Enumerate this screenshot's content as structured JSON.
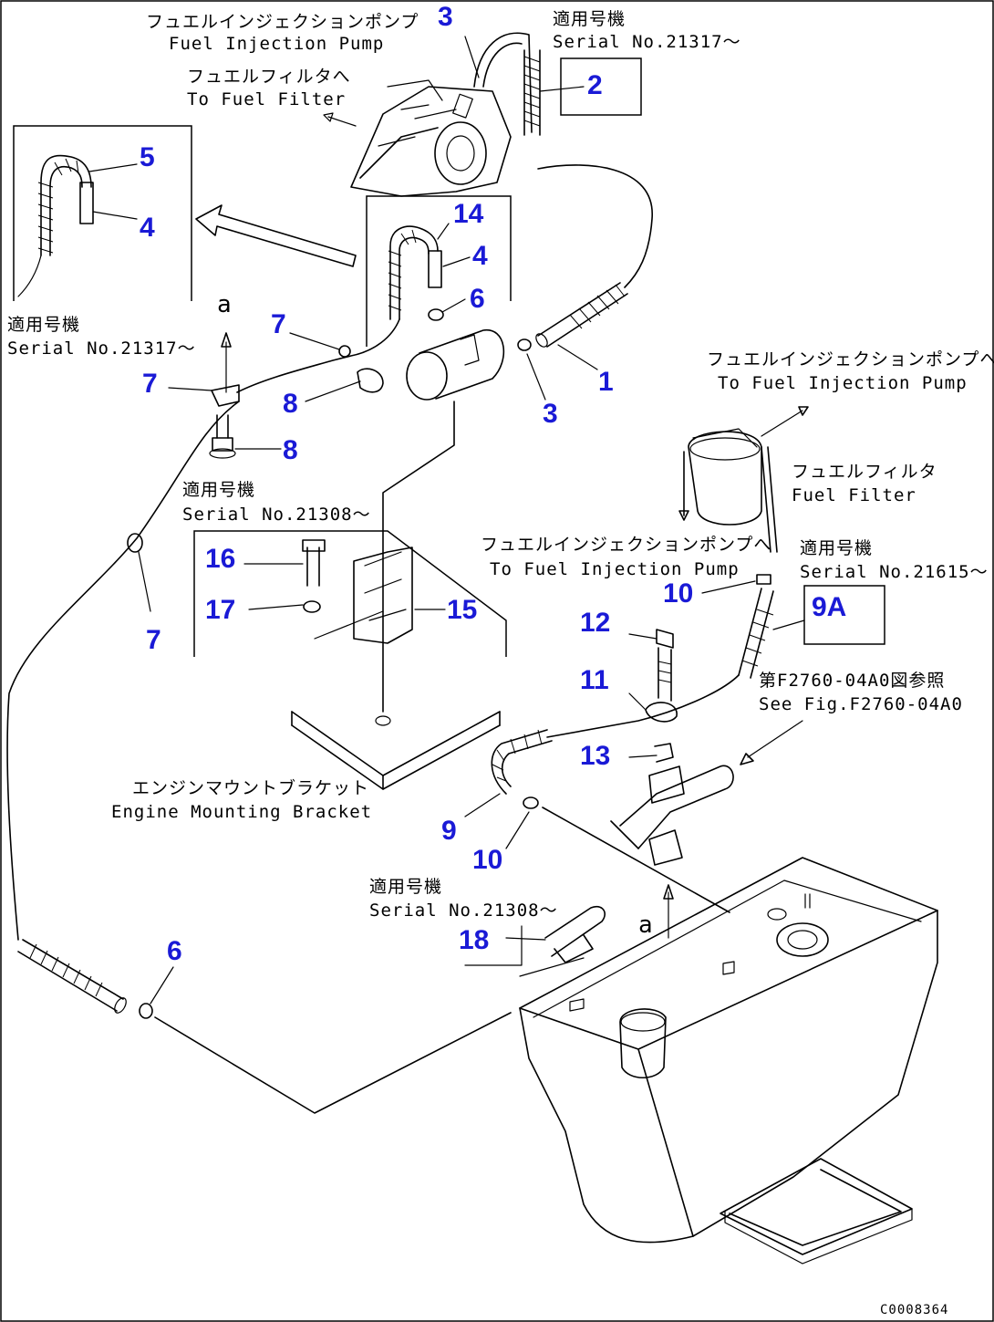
{
  "labels": {
    "fuel_injection_pump_jp": "フュエルインジェクションポンプ",
    "fuel_injection_pump_en": "Fuel  Injection Pump",
    "serial_top_jp": "適用号機",
    "serial_top_en": "Serial  No.21317～",
    "to_fuel_filter_jp": "フュエルフィルタへ",
    "to_fuel_filter_en": "To Fuel Filter",
    "serial_left_jp": "適用号機",
    "serial_left_en": "Serial No.21317～",
    "serial_mid_jp": "適用号機",
    "serial_mid_en": "Serial No.21308～",
    "to_pump_right_jp": "フュエルインジェクションポンプへ",
    "to_pump_right_en": "To Fuel  Injection Pump",
    "fuel_filter_jp": "フュエルフィルタ",
    "fuel_filter_en": "Fuel  Filter",
    "to_pump_mid_jp": "フュエルインジェクションポンプへ",
    "to_pump_mid_en": "To Fuel Injection Pump",
    "serial_right_jp": "適用号機",
    "serial_right_en": "Serial No.21615～",
    "see_fig_jp": "第F2760-04A0図参照",
    "see_fig_en": "See Fig.F2760-04A0",
    "engine_mount_jp": "エンジンマウントブラケット",
    "engine_mount_en": "Engine Mounting Bracket",
    "serial_bottom_jp": "適用号機",
    "serial_bottom_en": "Serial  No.21308～",
    "arrow_a": "a",
    "arrow_a2": "a",
    "drawing_code": "C0008364"
  },
  "parts": {
    "p3_top": "3",
    "p2": "2",
    "p5": "5",
    "p4_left": "4",
    "p14": "14",
    "p4_mid": "4",
    "p6_top": "6",
    "p7_a": "7",
    "p7_b": "7",
    "p8_a": "8",
    "p8_b": "8",
    "p1": "1",
    "p3_mid": "3",
    "p16": "16",
    "p17": "17",
    "p15": "15",
    "p7_c": "7",
    "p10_a": "10",
    "p9A": "9A",
    "p12": "12",
    "p11": "11",
    "p13": "13",
    "p9": "9",
    "p10_b": "10",
    "p18": "18",
    "p6_bottom": "6"
  }
}
